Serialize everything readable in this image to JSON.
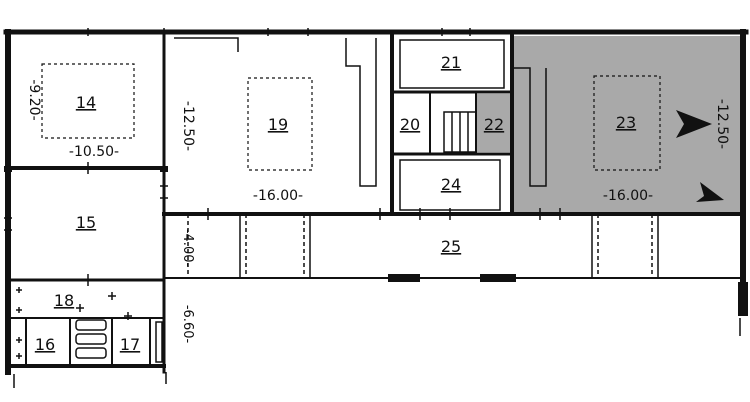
{
  "rooms": {
    "r14": "14",
    "r15": "15",
    "r16": "16",
    "r17": "17",
    "r18": "18",
    "r19": "19",
    "r20": "20",
    "r21": "21",
    "r22": "22",
    "r23": "23",
    "r24": "24",
    "r25": "25"
  },
  "dimensions": {
    "d_9_20": "-9.20-",
    "d_10_50": "-10.50-",
    "d_12_50_left": "-12.50-",
    "d_16_00_left": "-16.00-",
    "d_4_00": "-4.00-",
    "d_6_60": "-6.60-",
    "d_16_00_right": "-16.00-",
    "d_12_50_right": "-12.50-"
  },
  "colors": {
    "wall": "#111111",
    "highlight": "#a9a9a9",
    "background": "#ffffff"
  }
}
